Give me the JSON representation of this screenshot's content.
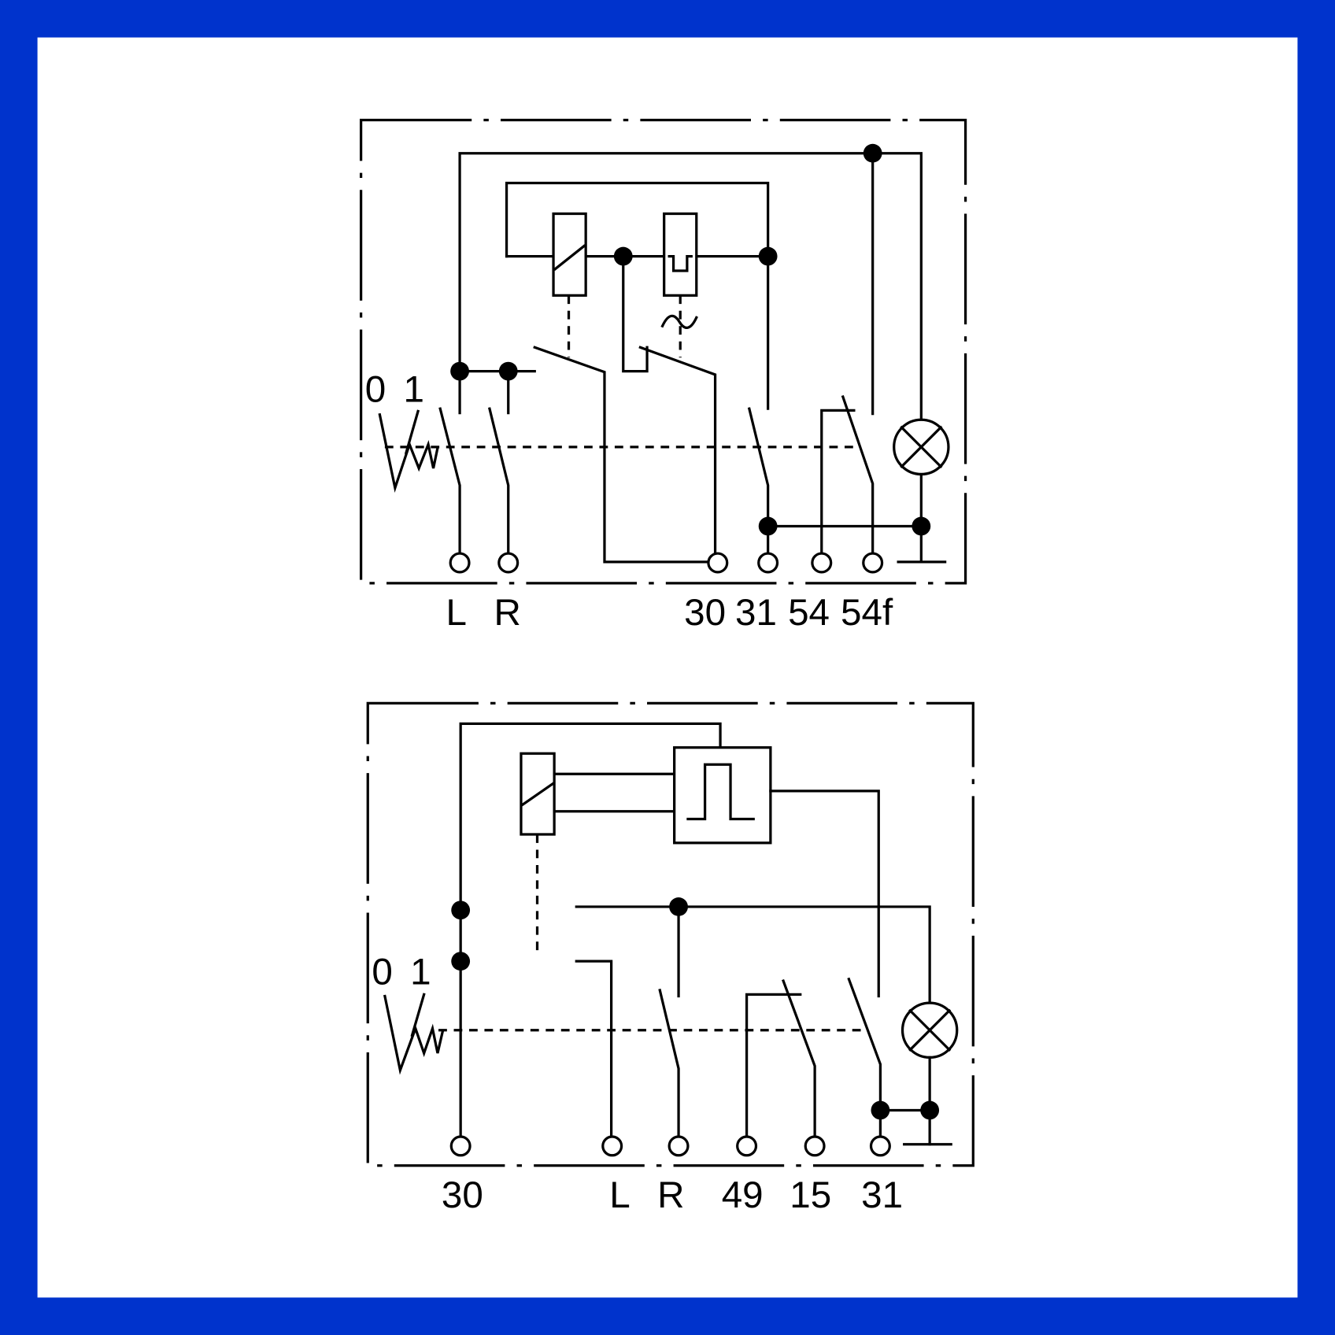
{
  "diagrams": [
    {
      "switch_positions": [
        "0",
        "1"
      ],
      "terminals": [
        "L",
        "R",
        "30",
        "31",
        "54",
        "54f"
      ]
    },
    {
      "switch_positions": [
        "0",
        "1"
      ],
      "terminals": [
        "30",
        "L",
        "R",
        "49",
        "15",
        "31"
      ]
    }
  ],
  "symbols": [
    "relay-coil-icon",
    "thermal-element-icon",
    "pulse-generator-icon",
    "lamp-icon",
    "ground-icon",
    "switch-contact-icon"
  ],
  "colors": {
    "frame": "#0033cc",
    "wire": "#000000",
    "background": "#ffffff"
  }
}
